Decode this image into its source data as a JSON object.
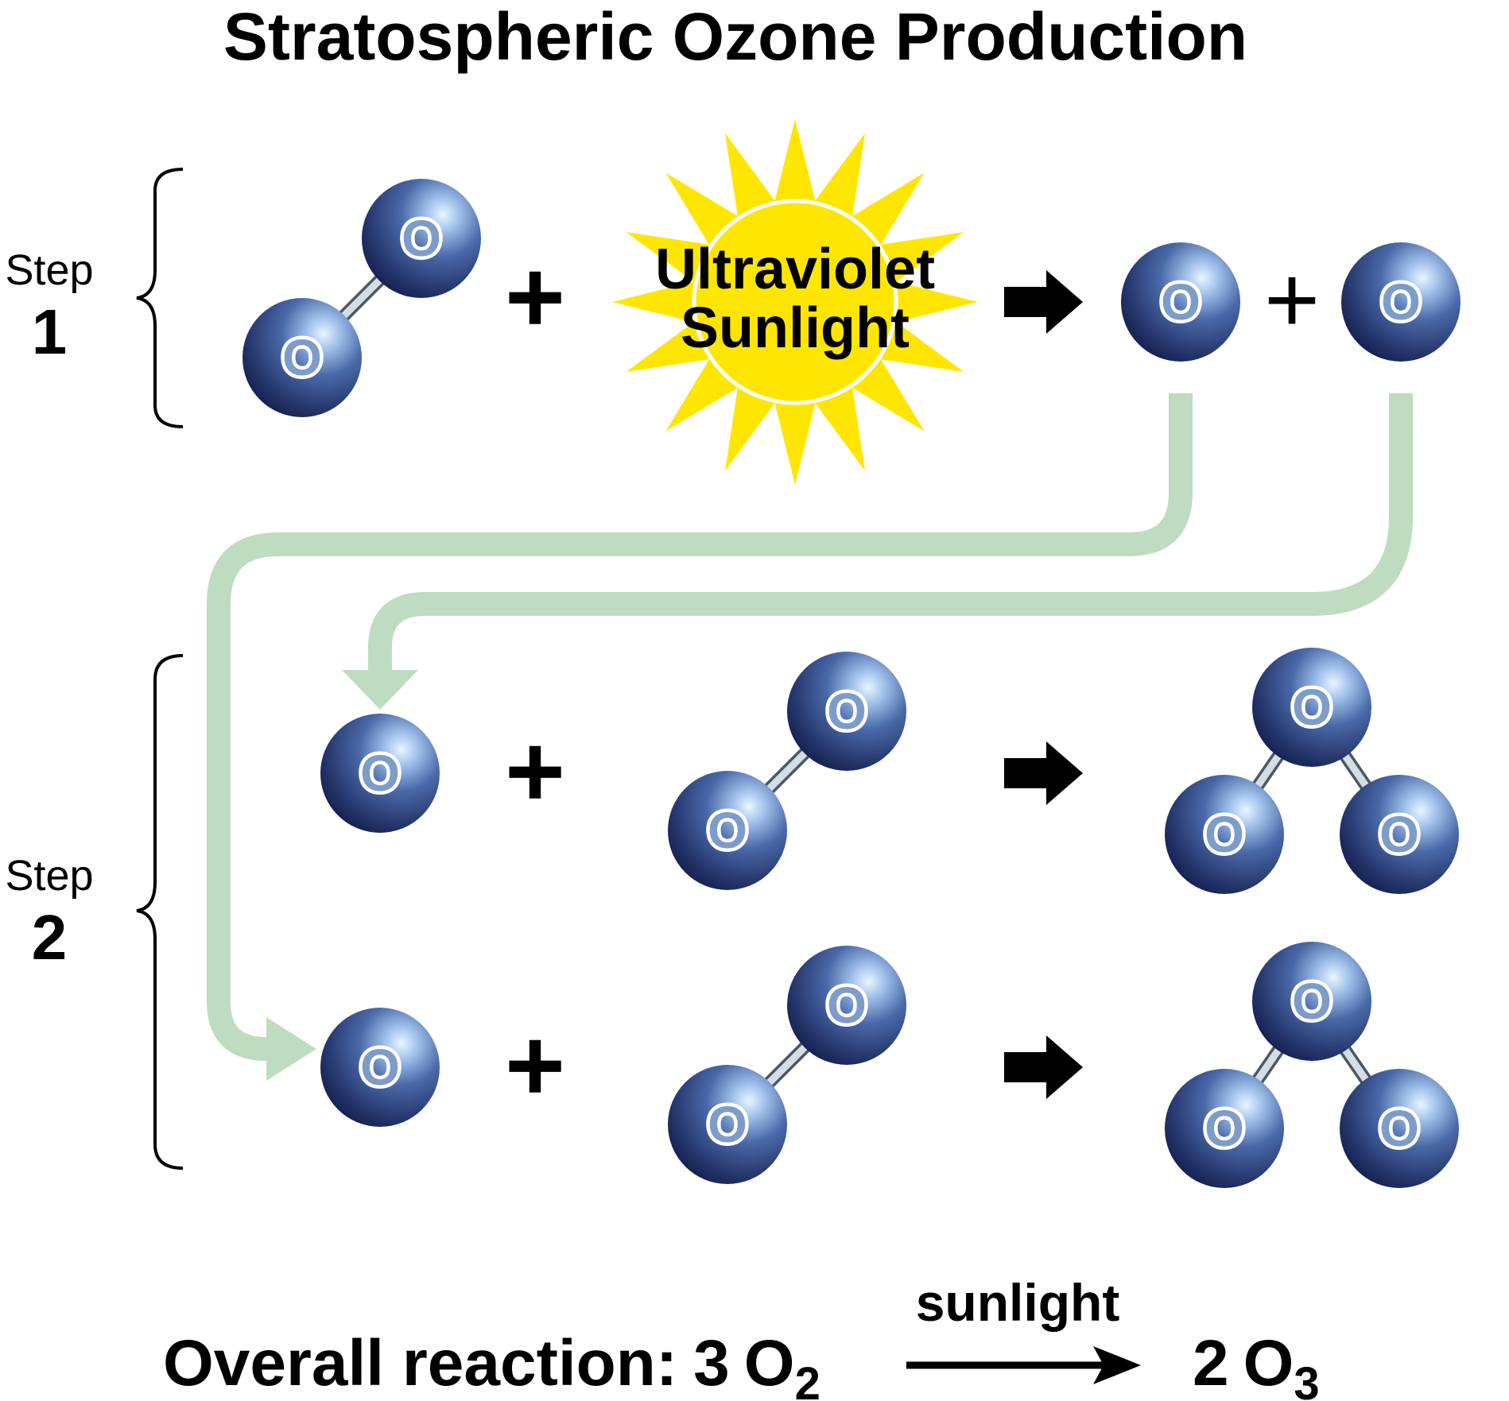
{
  "title": "Stratospheric Ozone Production",
  "step1": {
    "label_word": "Step",
    "label_number": "1"
  },
  "step2": {
    "label_word": "Step",
    "label_number": "2"
  },
  "atom_symbol": "O",
  "sun": {
    "line1": "Ultraviolet",
    "line2": "Sunlight"
  },
  "plus": "+",
  "overall": {
    "prefix": "Overall reaction:",
    "reactant_coef": "3",
    "reactant_symbol": "O",
    "reactant_sub": "2",
    "condition": "sunlight",
    "product_coef": "2",
    "product_symbol": "O",
    "product_sub": "3"
  },
  "colors": {
    "atom_dark": "#1a2a5c",
    "atom_mid": "#3d5a95",
    "atom_light": "#b8d4f0",
    "flow_arrow": "#bedcbf",
    "sun_yellow": "#ffe600",
    "text": "#000000"
  }
}
